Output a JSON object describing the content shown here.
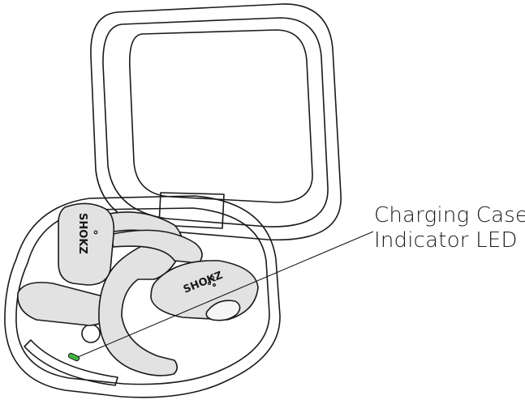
{
  "callout": {
    "line1": "Charging Case",
    "line2": "Indicator LED"
  },
  "earbuds": {
    "brand": "SHOKZ"
  },
  "colors": {
    "outline": "#1a1a1a",
    "earbud_fill": "#e2e2e2",
    "led": "#3fb53f"
  },
  "icons": [
    "charging-case",
    "open-ear-earbuds",
    "indicator-led"
  ]
}
